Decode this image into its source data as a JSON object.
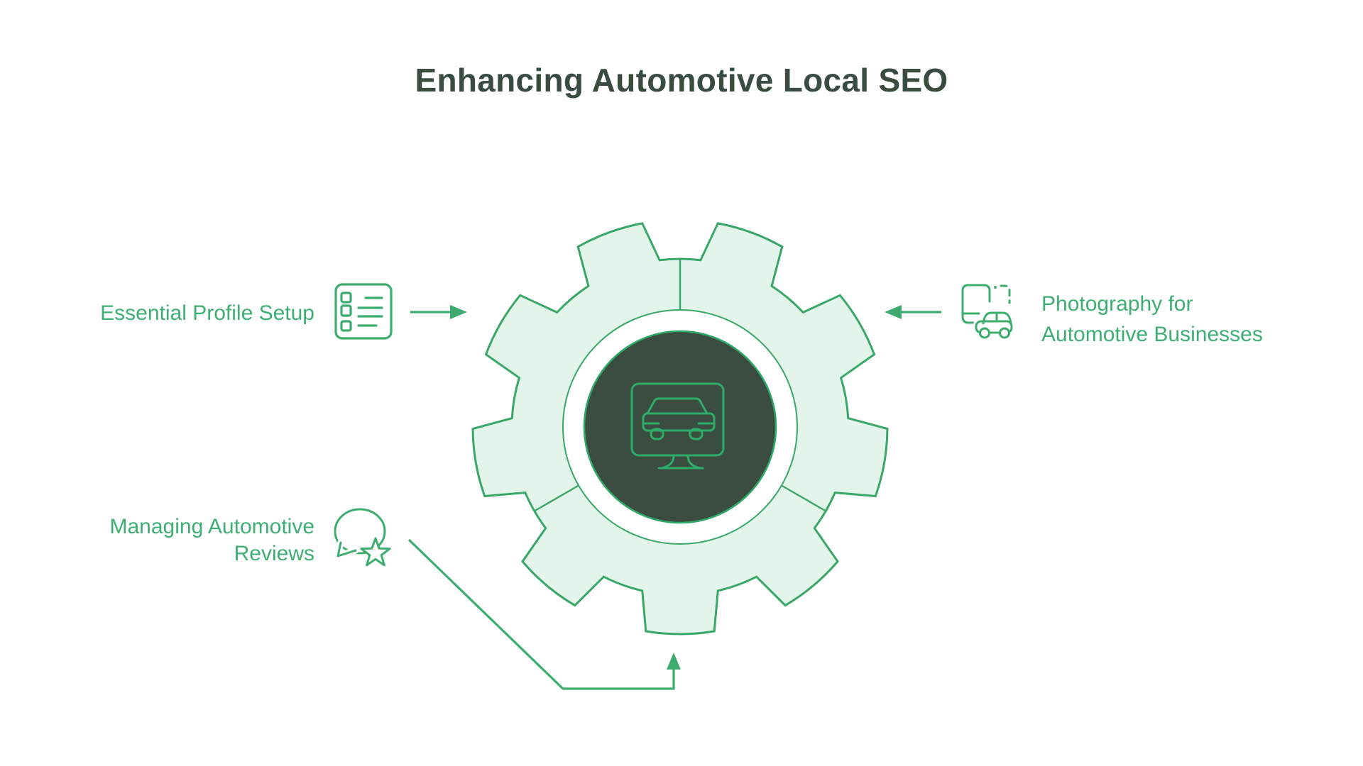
{
  "title": "Enhancing Automotive Local SEO",
  "colors": {
    "accent_green": "#3CAD6E",
    "text_green": "#3EAE72",
    "title_dark_green": "#3A4B40",
    "gear_fill": "#E3F5EA",
    "gear_stroke": "#38A767",
    "center_circle_fill": "#3A4D40",
    "center_icon_stroke": "#2EAD68",
    "background": "#FFFFFF"
  },
  "gear": {
    "teeth": 9,
    "segments": 3,
    "center_icon": "monitor-car-icon"
  },
  "items": {
    "profile": {
      "label": "Essential Profile Setup",
      "icon": "checklist-icon",
      "arrow": "right"
    },
    "photography": {
      "line1": "Photography for",
      "line2": "Automotive Businesses",
      "icon": "phone-car-icon",
      "arrow": "left"
    },
    "reviews": {
      "line1": "Managing Automotive",
      "line2": "Reviews",
      "icon": "chat-star-icon",
      "arrow": "elbow-up"
    }
  }
}
